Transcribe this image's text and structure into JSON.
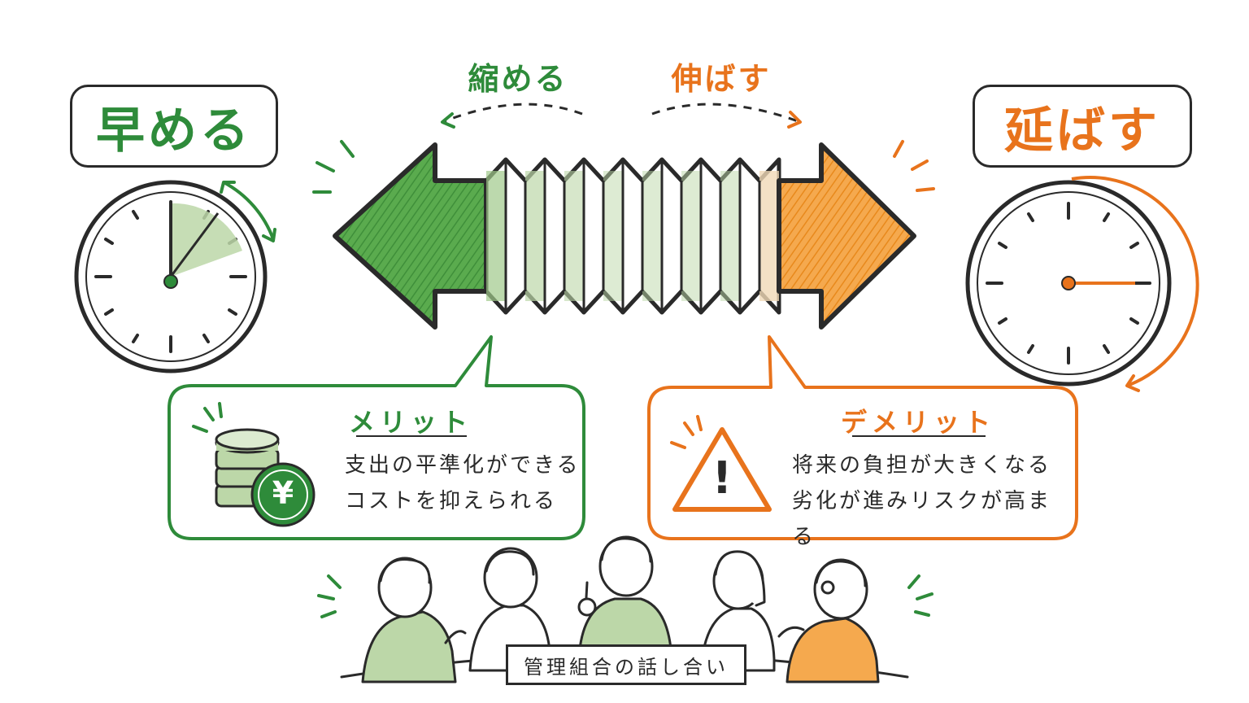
{
  "left_box": {
    "label": "早める"
  },
  "right_box": {
    "label": "延ばす"
  },
  "shrink_label": "縮める",
  "extend_label": "伸ばす",
  "merit": {
    "title": "メリット",
    "lines": [
      "支出の平準化ができる",
      "コストを抑えられる"
    ],
    "coin_symbol": "¥"
  },
  "demerit": {
    "title": "デメリット",
    "lines": [
      "将来の負担が大きくなる",
      "劣化が進みリスクが高まる"
    ],
    "warning_symbol": "!"
  },
  "meeting_label": "管理組合の話し合い",
  "colors": {
    "green": "#2e8b3a",
    "green_light": "#bcd7a8",
    "orange": "#e8731c",
    "orange_light": "#f5a94e",
    "ink": "#2a2a2a"
  }
}
